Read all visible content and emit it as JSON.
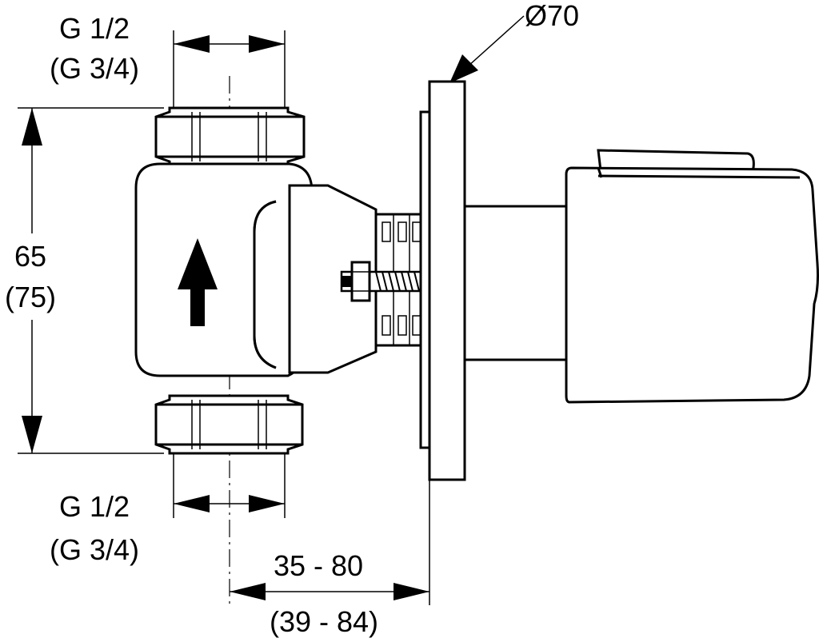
{
  "labels": {
    "top_thread": "G 1/2",
    "top_thread_alt": "(G 3/4)",
    "bottom_thread": "G 1/2",
    "bottom_thread_alt": "(G 3/4)",
    "height": "65",
    "height_alt": "(75)",
    "diameter": "Ø70",
    "depth": "35 - 80",
    "depth_alt": "(39 - 84)"
  },
  "colors": {
    "line": "#000000",
    "background": "#ffffff"
  }
}
